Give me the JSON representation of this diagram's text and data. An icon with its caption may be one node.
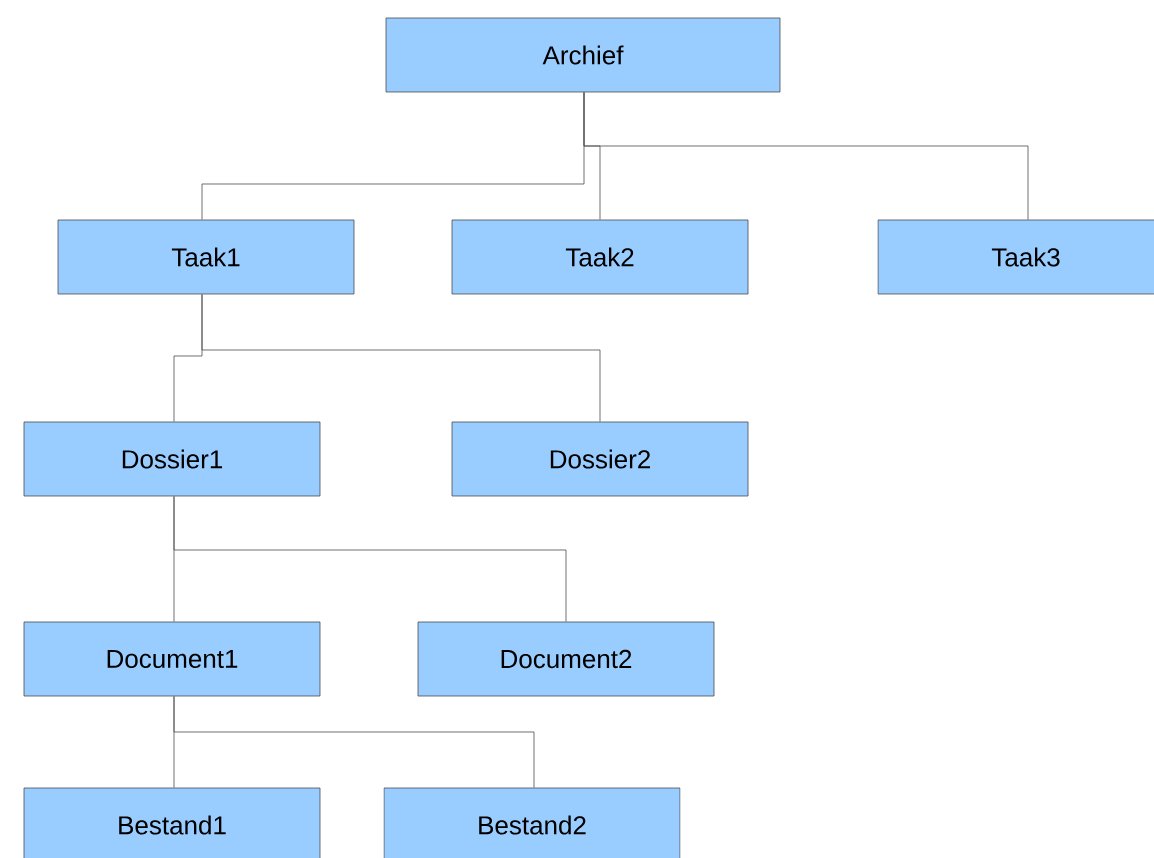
{
  "diagram": {
    "nodes": [
      {
        "text": [
          "Archief"
        ]
      },
      {
        "text": [
          "Taak1"
        ]
      },
      {
        "text": [
          "Taak2"
        ]
      },
      {
        "text": [
          "Taak3"
        ]
      },
      {
        "text": [
          "Dossier1"
        ]
      },
      {
        "text": [
          "Dossier2"
        ]
      },
      {
        "text": [
          "Document1"
        ]
      },
      {
        "text": [
          "Document2"
        ]
      },
      {
        "text": [
          "Bestand1"
        ]
      },
      {
        "text": [
          "Bestand2"
        ]
      }
    ],
    "edges": [
      {
        "from": 0,
        "to": 1,
        "arrow": "none"
      },
      {
        "from": 0,
        "to": 2,
        "arrow": "none"
      },
      {
        "from": 0,
        "to": 3,
        "arrow": "none"
      },
      {
        "from": 1,
        "to": 4,
        "arrow": "none"
      },
      {
        "from": 1,
        "to": 5,
        "arrow": "none"
      },
      {
        "from": 4,
        "to": 6,
        "arrow": "none"
      },
      {
        "from": 4,
        "to": 7,
        "arrow": "none"
      },
      {
        "from": 6,
        "to": 8,
        "arrow": "none"
      },
      {
        "from": 6,
        "to": 9,
        "arrow": "none"
      }
    ]
  }
}
